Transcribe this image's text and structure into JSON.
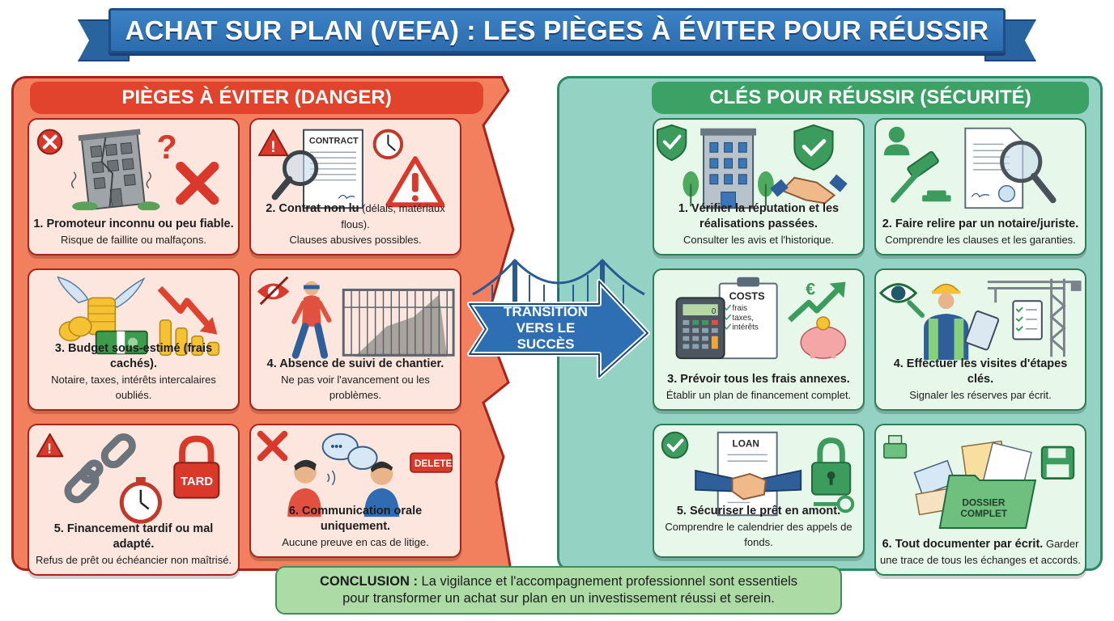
{
  "title": "ACHAT SUR PLAN (VEFA) : LES PIÈGES À ÉVITER POUR RÉUSSIR",
  "colors": {
    "banner_blue": "#2c6cae",
    "danger_panel": "#f2805f",
    "danger_header": "#e2432d",
    "danger_card": "#fde6de",
    "safe_panel": "#94d2c3",
    "safe_header": "#3ba164",
    "safe_card": "#e7f7ea",
    "conclusion_bg": "#acdba6"
  },
  "danger": {
    "header": "PIÈGES À ÉVITER (DANGER)",
    "cards": [
      {
        "title": "1. Promoteur inconnu ou peu fiable.",
        "desc": "Risque de faillite ou malfaçons.",
        "icons": [
          "x-circle-icon",
          "cracked-building-icon",
          "question-mark-icon",
          "red-x-icon"
        ]
      },
      {
        "title": "2. Contrat non lu",
        "title_suffix": " (délais, matériaux flous).",
        "desc": "Clauses abusives possibles.",
        "icons": [
          "warning-icon",
          "contract-document-icon",
          "magnifier-icon",
          "clock-icon",
          "warning-triangle-icon"
        ],
        "art_label": "CONTRACT"
      },
      {
        "title": "3. Budget sous-estimé (frais cachés).",
        "desc": "Notaire, taxes, intérêts intercalaires oubliés.",
        "icons": [
          "flying-money-icon",
          "banknotes-icon",
          "down-trend-arrow-icon",
          "coin-stacks-icon"
        ]
      },
      {
        "title": "4. Absence de suivi de chantier.",
        "desc": "Ne pas voir l'avancement ou les problèmes.",
        "icons": [
          "eye-slash-icon",
          "blindfolded-person-icon",
          "fence-icon"
        ]
      },
      {
        "title": "5. Financement tardif ou mal adapté.",
        "desc": "Refus de prêt ou échéancier non maîtrisé.",
        "icons": [
          "warning-icon",
          "broken-chain-icon",
          "stopwatch-icon",
          "padlock-icon"
        ],
        "art_label": "TARD"
      },
      {
        "title": "6. Communication orale uniquement.",
        "desc": "Aucune preuve en cas de litige.",
        "icons": [
          "red-x-icon",
          "speech-bubbles-icon",
          "two-people-icon"
        ],
        "art_label": "DELETE"
      }
    ]
  },
  "safe": {
    "header": "CLÉS POUR RÉUSSIR (SÉCURITÉ)",
    "cards": [
      {
        "title": "1. Vérifier la réputation et les réalisations passées.",
        "desc": "Consulter les avis et l'historique.",
        "icons": [
          "shield-check-icon",
          "building-icon",
          "handshake-icon"
        ]
      },
      {
        "title": "2. Faire relire par un notaire/juriste.",
        "desc": "Comprendre les clauses et les garanties.",
        "icons": [
          "person-icon",
          "gavel-icon",
          "document-icon",
          "magnifier-icon"
        ]
      },
      {
        "title": "3. Prévoir tous les frais annexes.",
        "desc": "Établir un plan de financement complet.",
        "icons": [
          "calculator-icon",
          "clipboard-icon",
          "euro-trend-up-icon",
          "piggy-bank-icon"
        ],
        "art_label": "COSTS",
        "art_list": [
          "frais",
          "taxes,",
          "intérêts"
        ],
        "calc_display": "0"
      },
      {
        "title": "4. Effectuer les visites d'étapes clés.",
        "desc": "Signaler les réserves par écrit.",
        "icons": [
          "eye-magnifier-icon",
          "inspector-icon",
          "tablet-checklist-icon",
          "crane-icon"
        ]
      },
      {
        "title": "5. Sécuriser le prêt en amont.",
        "desc": "Comprendre le calendrier des appels de fonds.",
        "icons": [
          "check-circle-icon",
          "loan-document-icon",
          "handshake-icon",
          "padlock-key-icon"
        ],
        "art_label": "LOAN"
      },
      {
        "title": "6. Tout documenter par écrit.",
        "desc": "Garder une trace de tous les échanges et accords.",
        "icons": [
          "printer-icon",
          "envelopes-icon",
          "folder-icon",
          "floppy-disk-icon"
        ],
        "art_label": "DOSSIER COMPLET"
      }
    ]
  },
  "transition": {
    "line1": "TRANSITION",
    "line2": "VERS LE SUCCÈS"
  },
  "conclusion": {
    "label": "CONCLUSION :",
    "line1": " La vigilance et l'accompagnement professionnel sont essentiels",
    "line2": "pour transformer un achat sur plan en un investissement réussi et serein."
  }
}
